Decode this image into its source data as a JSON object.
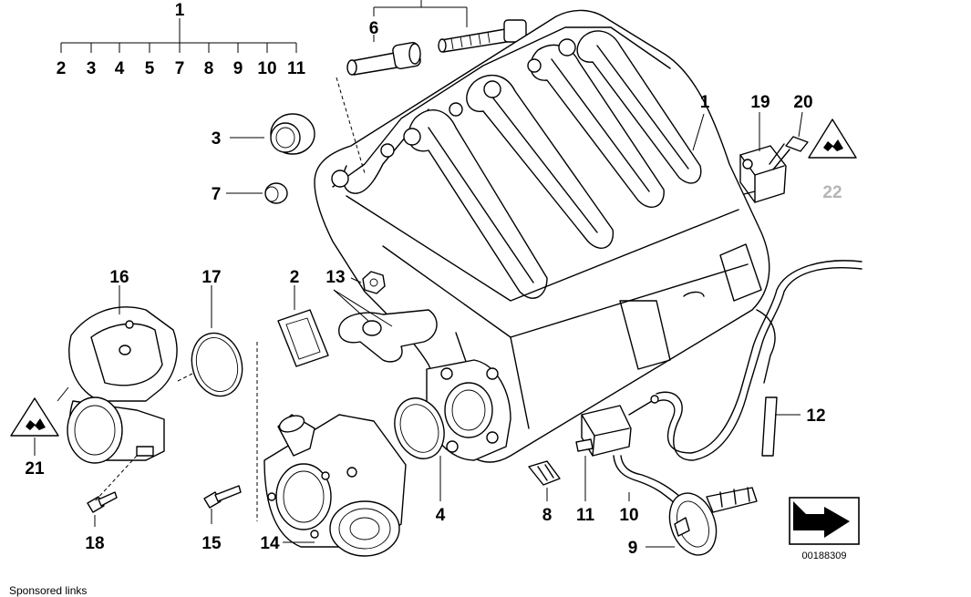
{
  "diagram": {
    "callouts": {
      "c1_top": "1",
      "c1_main": "1",
      "c2_kit": "2",
      "c3_kit": "3",
      "c4_kit": "4",
      "c5_kit": "5",
      "c7_kit": "7",
      "c8_kit": "8",
      "c9_kit": "9",
      "c10_kit": "10",
      "c11_kit": "11",
      "c2": "2",
      "c3": "3",
      "c4": "4",
      "c6": "6",
      "c7": "7",
      "c8": "8",
      "c9": "9",
      "c10": "10",
      "c11": "11",
      "c12": "12",
      "c13": "13",
      "c14": "14",
      "c15": "15",
      "c16": "16",
      "c17": "17",
      "c18": "18",
      "c19": "19",
      "c20": "20",
      "c21": "21",
      "c22": "22"
    },
    "reference_number": "00188309",
    "icons": [
      "warning-triangle-icon",
      "navigation-arrow-icon"
    ],
    "colors": {
      "ink": "#000000",
      "greyed_label": "#b5b5b5",
      "background": "#ffffff"
    }
  },
  "footer": {
    "sponsored_links": "Sponsored links"
  }
}
